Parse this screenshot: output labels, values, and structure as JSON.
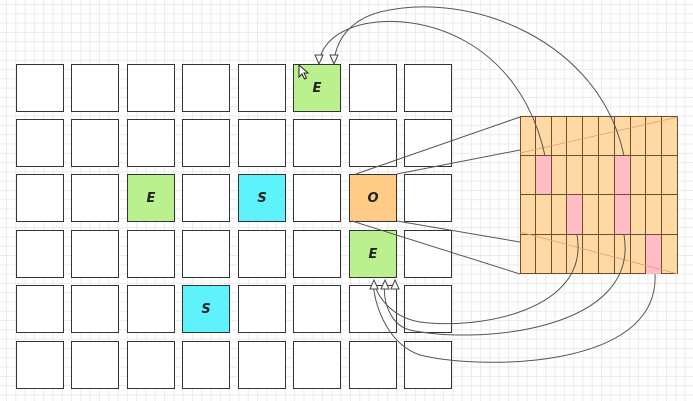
{
  "grid": {
    "rows": 6,
    "cols": 8,
    "special_cells": [
      {
        "row": 0,
        "col": 5,
        "label": "E",
        "kind": "end"
      },
      {
        "row": 2,
        "col": 2,
        "label": "E",
        "kind": "end"
      },
      {
        "row": 2,
        "col": 4,
        "label": "S",
        "kind": "start"
      },
      {
        "row": 2,
        "col": 6,
        "label": "O",
        "kind": "origin"
      },
      {
        "row": 3,
        "col": 6,
        "label": "E",
        "kind": "end"
      },
      {
        "row": 4,
        "col": 3,
        "label": "S",
        "kind": "start"
      }
    ]
  },
  "panel": {
    "rows": 4,
    "cols": 10,
    "highlighted": [
      {
        "row": 1,
        "col": 1
      },
      {
        "row": 1,
        "col": 6
      },
      {
        "row": 2,
        "col": 3
      },
      {
        "row": 2,
        "col": 6
      },
      {
        "row": 3,
        "col": 8
      }
    ]
  },
  "colors": {
    "end": "#bbf08f",
    "start": "#5ef3fc",
    "origin": "#ffcc88",
    "panel_bg": "#ffd9a3",
    "panel_highlight": "#ffbcc4",
    "border": "#333333",
    "connector": "#555555"
  }
}
